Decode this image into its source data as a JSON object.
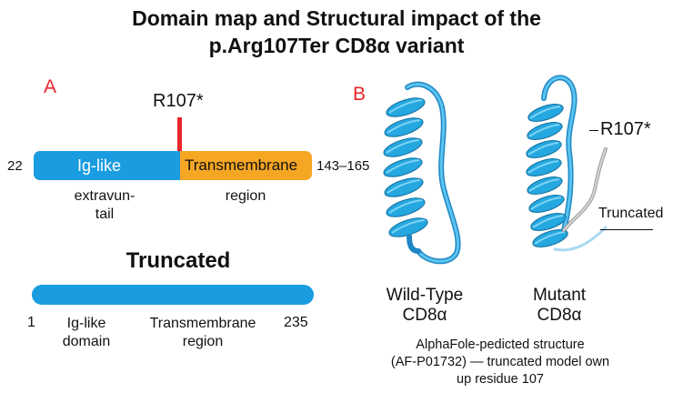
{
  "title": {
    "line1": "Domain map and Structural impact of the",
    "line2": "p.Arg107Ter CD8α variant"
  },
  "panel_a": {
    "letter": "A",
    "variant_label": "R107*",
    "start_label": "22",
    "end_label": "143–165",
    "segment1_label": "Ig-like",
    "segment2_label": "Transmembrane",
    "under1_line1": "extravun-",
    "under1_line2": "tail",
    "under2": "region",
    "truncated_heading": "Truncated",
    "trunc_start": "1",
    "trunc_label1_line1": "Ig-like",
    "trunc_label1_line2": "domain",
    "trunc_label2_line1": "Transmembrane",
    "trunc_label2_line2": "region",
    "trunc_end": "235"
  },
  "panel_b": {
    "letter": "B",
    "variant_label": "R107*",
    "truncated_label": "Truncated",
    "wt_line1": "Wild-Type",
    "wt_line2": "CD8α",
    "mut_line1": "Mutant",
    "mut_line2": "CD8α",
    "caption_line1": "AlphaFole-pedicted structure",
    "caption_line2": "(AF-P01732) — truncated model own",
    "caption_line3": "up residue 107"
  },
  "colors": {
    "ig_like": "#1a9ce0",
    "transmembrane": "#f5a623",
    "mutation_marker": "#e8262b",
    "panel_letter": "#e8262b",
    "helix": "#25a7e0",
    "truncated_tail": "#b8b8b8"
  }
}
